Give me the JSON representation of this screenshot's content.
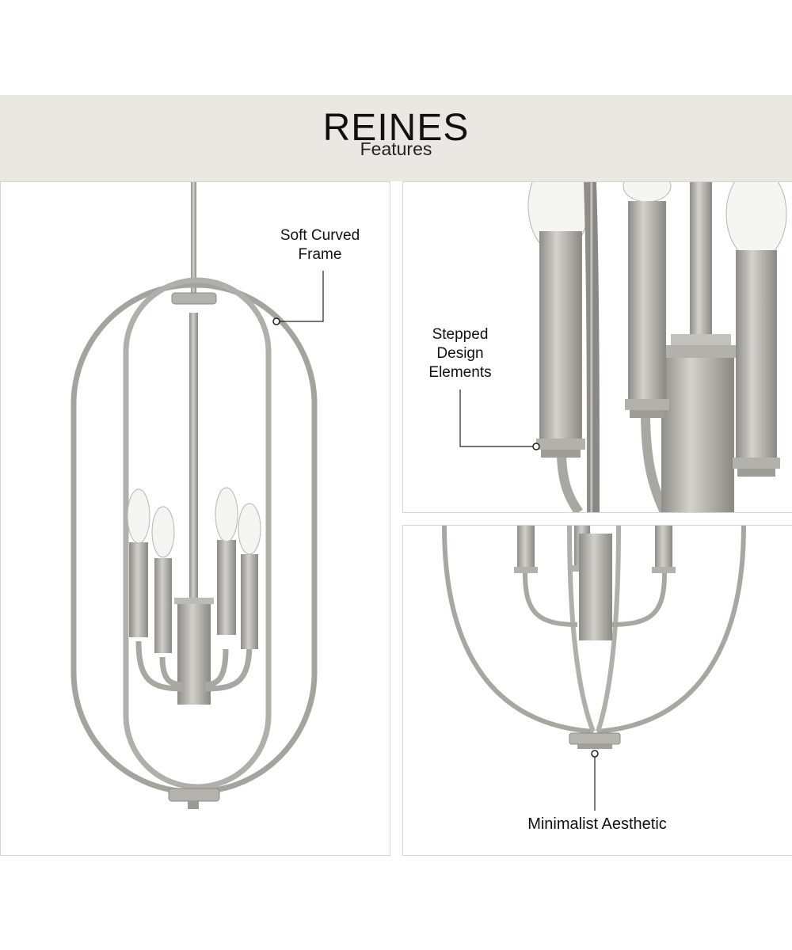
{
  "header": {
    "brand": "REINES",
    "subtitle": "Features"
  },
  "callouts": {
    "frame": [
      "Soft Curved",
      "Frame"
    ],
    "stepped": [
      "Stepped",
      "Design",
      "Elements"
    ],
    "aesthetic": "Minimalist Aesthetic"
  },
  "colors": {
    "header_bg": "#ebe8e4",
    "metal": "#a9a7a2",
    "metal_dark": "#8a8883",
    "metal_light": "#c9c7c2"
  }
}
